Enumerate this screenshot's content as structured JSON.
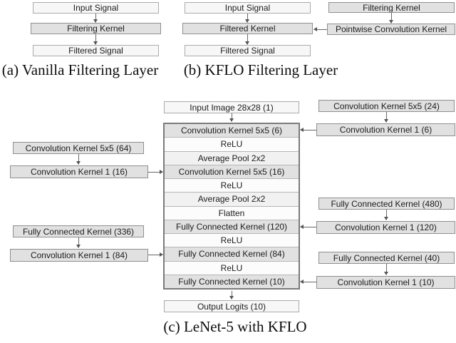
{
  "colors": {
    "kernel_box_fill": "#e1e1e1",
    "plain_box_fill": "#f7f7f7",
    "box_border": "#8f8f8f",
    "backbone_border": "#7b7b7b",
    "arrow": "#565656",
    "text": "#1c1c1c",
    "background": "#ffffff"
  },
  "fig_a": {
    "caption": "(a) Vanilla Filtering Layer",
    "nodes": [
      "Input Signal",
      "Filtering Kernel",
      "Filtered Signal"
    ]
  },
  "fig_b": {
    "caption": "(b) KFLO Filtering Layer",
    "nodes": [
      "Input Signal",
      "Filtered Kernel",
      "Filtered Signal"
    ],
    "side_nodes": [
      "Filtering Kernel",
      "Pointwise Convolution Kernel"
    ]
  },
  "fig_c": {
    "caption": "(c) LeNet-5 with KFLO",
    "input_node": "Input Image 28x28 (1)",
    "output_node": "Output Logits (10)",
    "backbone": [
      "Convolution Kernel 5x5 (6)",
      "ReLU",
      "Average Pool 2x2",
      "Convolution Kernel 5x5 (16)",
      "ReLU",
      "Average Pool 2x2",
      "Flatten",
      "Fully Connected Kernel (120)",
      "ReLU",
      "Fully Connected Kernel (84)",
      "ReLU",
      "Fully Connected Kernel (10)"
    ],
    "left_groups": [
      {
        "top": "Convolution Kernel 5x5 (64)",
        "bottom": "Convolution Kernel 1 (16)"
      },
      {
        "top": "Fully Connected Kernel (336)",
        "bottom": "Convolution Kernel 1 (84)"
      }
    ],
    "right_groups": [
      {
        "top": "Convolution Kernel 5x5 (24)",
        "bottom": "Convolution Kernel 1 (6)"
      },
      {
        "top": "Fully Connected Kernel (480)",
        "bottom": "Convolution Kernel 1 (120)"
      },
      {
        "top": "Fully Connected Kernel (40)",
        "bottom": "Convolution Kernel 1 (10)"
      }
    ]
  }
}
